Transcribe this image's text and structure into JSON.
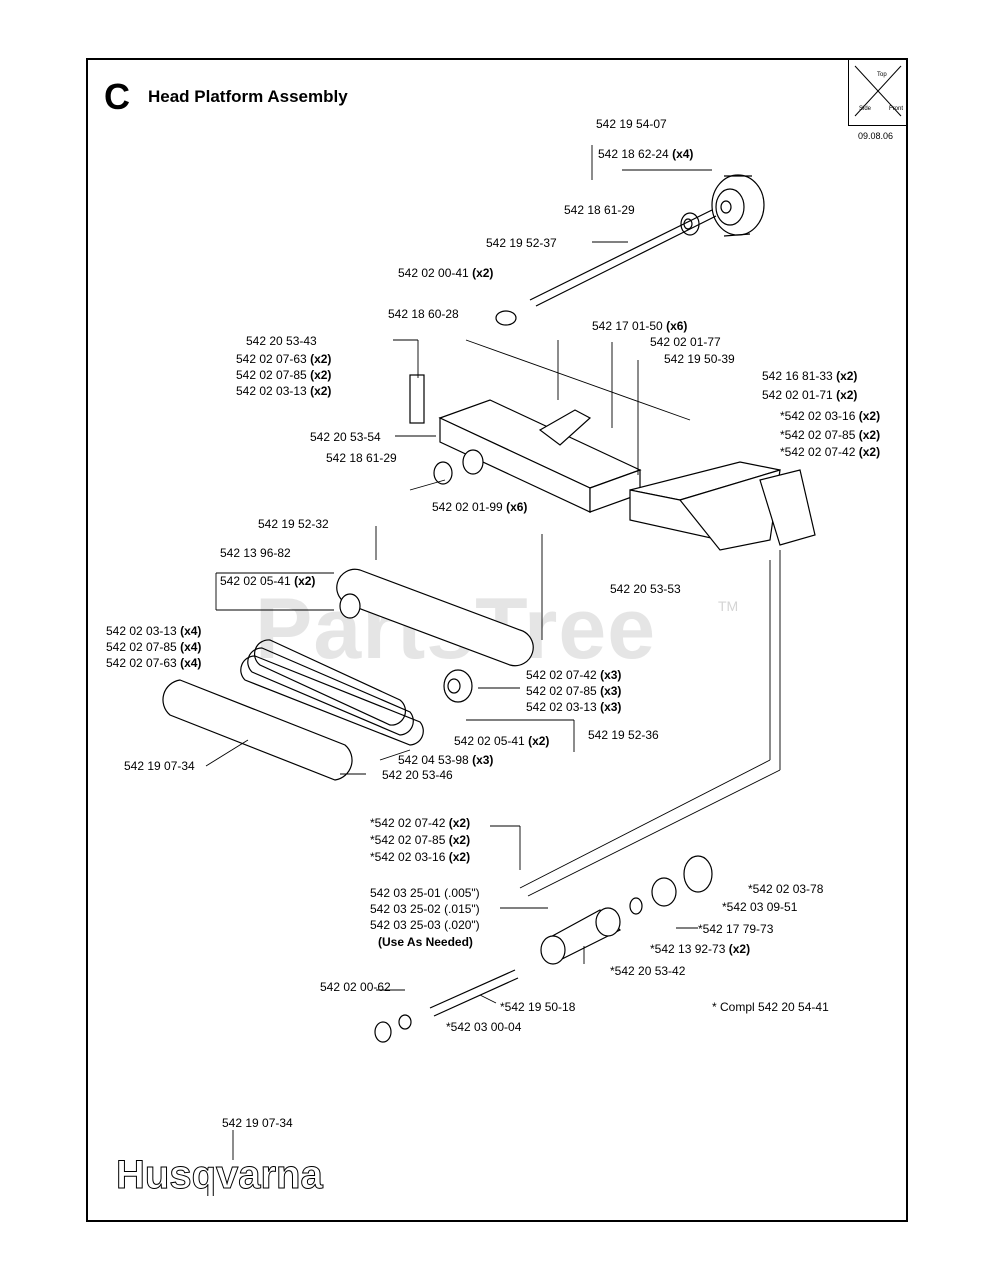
{
  "header": {
    "section_letter": "C",
    "title": "Head Platform Assembly",
    "date": "09.08.06"
  },
  "watermark": {
    "text": "PartsTree",
    "tm": "TM"
  },
  "labels": [
    {
      "id": "l1",
      "code": "542 19 54-07",
      "qty": ""
    },
    {
      "id": "l2",
      "code": "542 18 62-24",
      "qty": "(x4)"
    },
    {
      "id": "l3",
      "code": "542 18 61-29",
      "qty": ""
    },
    {
      "id": "l4",
      "code": "542 19 52-37",
      "qty": ""
    },
    {
      "id": "l5",
      "code": "542 02 00-41",
      "qty": "(x2)"
    },
    {
      "id": "l6",
      "code": "542 18 60-28",
      "qty": ""
    },
    {
      "id": "l7",
      "code": "542 17 01-50",
      "qty": "(x6)"
    },
    {
      "id": "l8",
      "code": "542 02 01-77",
      "qty": ""
    },
    {
      "id": "l9",
      "code": "542 19 50-39",
      "qty": ""
    },
    {
      "id": "l10",
      "code": "542 16 81-33",
      "qty": "(x2)"
    },
    {
      "id": "l11",
      "code": "542 02 01-71",
      "qty": "(x2)"
    },
    {
      "id": "l12",
      "code": "*542 02 03-16",
      "qty": "(x2)"
    },
    {
      "id": "l13",
      "code": "*542 02 07-85",
      "qty": "(x2)"
    },
    {
      "id": "l14",
      "code": "*542 02 07-42",
      "qty": "(x2)"
    },
    {
      "id": "l15",
      "code": "542 20 53-43",
      "qty": ""
    },
    {
      "id": "l16",
      "code": "542 02 07-63",
      "qty": "(x2)"
    },
    {
      "id": "l17",
      "code": "542 02 07-85",
      "qty": "(x2)"
    },
    {
      "id": "l18",
      "code": "542 02 03-13",
      "qty": "(x2)"
    },
    {
      "id": "l19",
      "code": "542 20 53-54",
      "qty": ""
    },
    {
      "id": "l20",
      "code": "542 18 61-29",
      "qty": ""
    },
    {
      "id": "l21",
      "code": "542 02 01-99",
      "qty": "(x6)"
    },
    {
      "id": "l22",
      "code": "542 19 52-32",
      "qty": ""
    },
    {
      "id": "l23",
      "code": "542 13 96-82",
      "qty": ""
    },
    {
      "id": "l24",
      "code": "542 02 05-41",
      "qty": "(x2)"
    },
    {
      "id": "l25",
      "code": "542 20 53-53",
      "qty": ""
    },
    {
      "id": "l26",
      "code": "542 02 03-13",
      "qty": "(x4)"
    },
    {
      "id": "l27",
      "code": "542 02 07-85",
      "qty": "(x4)"
    },
    {
      "id": "l28",
      "code": "542 02 07-63",
      "qty": "(x4)"
    },
    {
      "id": "l29",
      "code": "542 02 07-42",
      "qty": "(x3)"
    },
    {
      "id": "l30",
      "code": "542 02 07-85",
      "qty": "(x3)"
    },
    {
      "id": "l31",
      "code": "542 02 03-13",
      "qty": "(x3)"
    },
    {
      "id": "l32",
      "code": "542 02 05-41",
      "qty": "(x2)"
    },
    {
      "id": "l33",
      "code": "542 19 52-36",
      "qty": ""
    },
    {
      "id": "l34",
      "code": "542 19 07-34",
      "qty": ""
    },
    {
      "id": "l35",
      "code": "542 04 53-98",
      "qty": "(x3)"
    },
    {
      "id": "l36",
      "code": "542 20 53-46",
      "qty": ""
    },
    {
      "id": "l37",
      "code": "*542 02 07-42",
      "qty": "(x2)"
    },
    {
      "id": "l38",
      "code": "*542 02 07-85",
      "qty": "(x2)"
    },
    {
      "id": "l39",
      "code": "*542 02 03-16",
      "qty": "(x2)"
    },
    {
      "id": "l40",
      "code": "542 03 25-01 (.005\")",
      "qty": ""
    },
    {
      "id": "l41",
      "code": "542 03 25-02 (.015\")",
      "qty": ""
    },
    {
      "id": "l42",
      "code": "542 03 25-03 (.020\")",
      "qty": ""
    },
    {
      "id": "l43",
      "code": "(Use As Needed)",
      "qty": ""
    },
    {
      "id": "l44",
      "code": "*542 02 03-78",
      "qty": ""
    },
    {
      "id": "l45",
      "code": "*542 03 09-51",
      "qty": ""
    },
    {
      "id": "l46",
      "code": "*542 17 79-73",
      "qty": ""
    },
    {
      "id": "l47",
      "code": "*542 13 92-73",
      "qty": "(x2)"
    },
    {
      "id": "l48",
      "code": "*542 20 53-42",
      "qty": ""
    },
    {
      "id": "l49",
      "code": "542 02 00-62",
      "qty": ""
    },
    {
      "id": "l50",
      "code": "*542 19 50-18",
      "qty": ""
    },
    {
      "id": "l51",
      "code": "*542 03 00-04",
      "qty": ""
    },
    {
      "id": "l52",
      "code": "* Compl 542 20 54-41",
      "qty": ""
    }
  ],
  "footer": {
    "part": "542 19 07-34",
    "brand": "Husqvarna"
  }
}
